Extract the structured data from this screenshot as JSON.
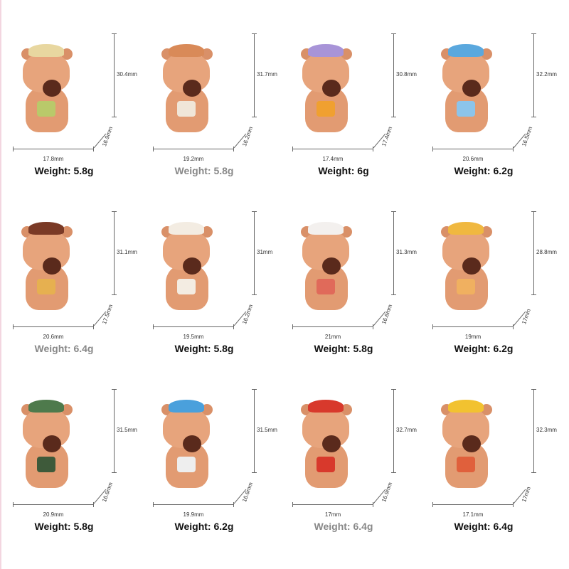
{
  "items": [
    {
      "height": "30.4mm",
      "depth": "16.9mm",
      "width": "17.8mm",
      "weight": "Weight: 5.8g",
      "grey": false,
      "hat": "#e8d7a0",
      "acc": "#b9c96a"
    },
    {
      "height": "31.7mm",
      "depth": "16.2mm",
      "width": "19.2mm",
      "weight": "Weight: 5.8g",
      "grey": true,
      "hat": "#d98a58",
      "acc": "#f0e6d8"
    },
    {
      "height": "30.8mm",
      "depth": "17.4mm",
      "width": "17.4mm",
      "weight": "Weight: 6g",
      "grey": false,
      "hat": "#a894d8",
      "acc": "#f0a030"
    },
    {
      "height": "32.2mm",
      "depth": "16.5mm",
      "width": "20.6mm",
      "weight": "Weight: 6.2g",
      "grey": false,
      "hat": "#5aa8de",
      "acc": "#8cc4ea"
    },
    {
      "height": "31.1mm",
      "depth": "17.5mm",
      "width": "20.6mm",
      "weight": "Weight: 6.4g",
      "grey": true,
      "hat": "#7a3a26",
      "acc": "#e6b050"
    },
    {
      "height": "31mm",
      "depth": "16.2mm",
      "width": "19.5mm",
      "weight": "Weight: 5.8g",
      "grey": false,
      "hat": "#f3ece2",
      "acc": "#f3ece2"
    },
    {
      "height": "31.3mm",
      "depth": "16.6mm",
      "width": "21mm",
      "weight": "Weight: 5.8g",
      "grey": false,
      "hat": "#f3f0ee",
      "acc": "#e06a5a"
    },
    {
      "height": "28.8mm",
      "depth": "17mm",
      "width": "19mm",
      "weight": "Weight: 6.2g",
      "grey": false,
      "hat": "#f0b840",
      "acc": "#f0b060"
    },
    {
      "height": "31.5mm",
      "depth": "16.6mm",
      "width": "20.9mm",
      "weight": "Weight: 5.8g",
      "grey": false,
      "hat": "#4e7a4c",
      "acc": "#3e5a3a"
    },
    {
      "height": "31.5mm",
      "depth": "16.6mm",
      "width": "19.9mm",
      "weight": "Weight: 6.2g",
      "grey": false,
      "hat": "#4aa0dc",
      "acc": "#eeeeee"
    },
    {
      "height": "32.7mm",
      "depth": "16.9mm",
      "width": "17mm",
      "weight": "Weight: 6.4g",
      "grey": true,
      "hat": "#d8392c",
      "acc": "#d8392c"
    },
    {
      "height": "32.3mm",
      "depth": "17mm",
      "width": "17.1mm",
      "weight": "Weight: 6.4g",
      "grey": false,
      "hat": "#f2c230",
      "acc": "#e0603c"
    }
  ]
}
